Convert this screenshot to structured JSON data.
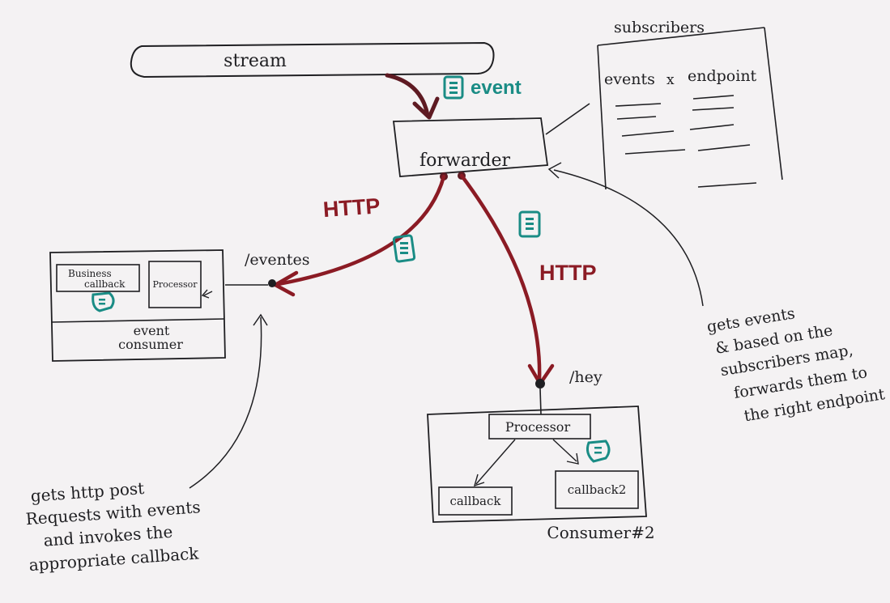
{
  "stream": {
    "label": "stream"
  },
  "stream_event": {
    "label": "event"
  },
  "forwarder": {
    "label": "forwarder"
  },
  "subscribers": {
    "title": "subscribers",
    "header_events": "events",
    "header_x": "x",
    "header_endpoint": "endpoint"
  },
  "http_left": "HTTP",
  "http_right": "HTTP",
  "endpoint_left": "/eventes",
  "endpoint_right": "/hey",
  "event_consumer": {
    "business_line1": "Business",
    "business_line2": "callback",
    "processor": "Processor",
    "title_line1": "event",
    "title_line2": "consumer"
  },
  "consumer2": {
    "processor": "Processor",
    "callback": "callback",
    "callback2": "callback2",
    "title": "Consumer#2"
  },
  "note_left": [
    "gets http post",
    "Requests with events",
    "and invokes the",
    "appropriate callback"
  ],
  "note_right": [
    "gets events",
    "& based on the",
    "subscribers map,",
    "forwards them to",
    "the right endpoint"
  ],
  "colors": {
    "ink": "#1f1f22",
    "http_red": "#8b1b24",
    "event_teal": "#1a8c85",
    "paper": "#f4f2f3"
  }
}
